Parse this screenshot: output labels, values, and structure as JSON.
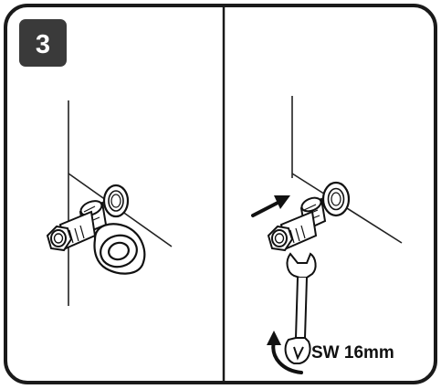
{
  "step": {
    "number": "3"
  },
  "right_panel": {
    "wrench_size_label": "SW 16mm"
  },
  "colors": {
    "frame": "#1a1a1a",
    "badge_fill": "#3a3a3a",
    "badge_text": "#ffffff",
    "part_fill": "#ffffff",
    "line": "#222222"
  },
  "icons": {
    "left_panel": [
      "wall-corner",
      "seal-ring",
      "angle-fitting",
      "loose-washer"
    ],
    "right_panel": [
      "wall-corner",
      "seal-ring",
      "angle-fitting",
      "push-arrow",
      "open-end-wrench",
      "rotate-arrow"
    ]
  }
}
